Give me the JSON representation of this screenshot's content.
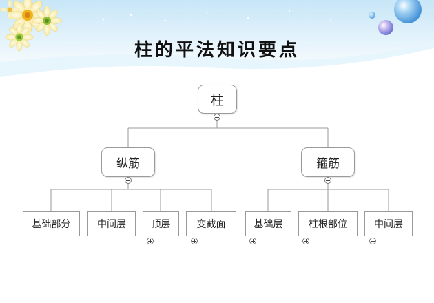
{
  "slide": {
    "title": "柱的平法知识要点"
  },
  "diagram": {
    "root": {
      "label": "柱",
      "toggle": "collapse"
    },
    "branches": [
      {
        "label": "纵筋",
        "toggle": "collapse",
        "children": [
          {
            "label": "基础部分",
            "toggle": "none"
          },
          {
            "label": "中间层",
            "toggle": "none"
          },
          {
            "label": "顶层",
            "toggle": "expand"
          },
          {
            "label": "变截面",
            "toggle": "expand"
          }
        ]
      },
      {
        "label": "箍筋",
        "toggle": "collapse",
        "children": [
          {
            "label": "基础层",
            "toggle": "expand"
          },
          {
            "label": "柱根部位",
            "toggle": "expand"
          },
          {
            "label": "中间层",
            "toggle": "expand"
          }
        ]
      }
    ]
  },
  "colors": {
    "line": "#9a9a9a",
    "sky": "#cfeaf8",
    "bubble": "#5aa7e0"
  },
  "decorations": {
    "top_left": "daisy-flowers-illustration",
    "top_right": "blue-bubbles-illustration"
  }
}
